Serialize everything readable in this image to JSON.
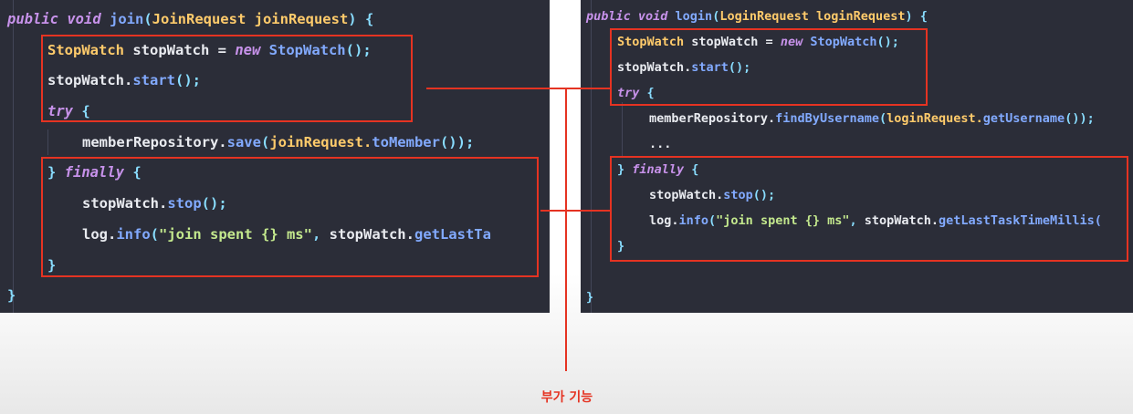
{
  "left_code": {
    "l1": {
      "kw": "public void ",
      "fn": "join",
      "p1": "(",
      "type": "JoinRequest joinRequest",
      "p2": ") {"
    },
    "l2": {
      "type": "StopWatch",
      "plain": " stopWatch = ",
      "kw": "new ",
      "fn": "StopWatch",
      "punc": "();"
    },
    "l3": {
      "plain": "stopWatch.",
      "fn": "start",
      "punc": "();"
    },
    "l4": {
      "kw": "try ",
      "punc": "{"
    },
    "l5": {
      "plain": "memberRepository.",
      "fn": "save",
      "p1": "(",
      "type": "joinRequest.",
      "fn2": "toMember",
      "p2": "());"
    },
    "l6": {
      "punc": "} ",
      "kw": "finally ",
      "p2": "{"
    },
    "l7": {
      "plain": "stopWatch.",
      "fn": "stop",
      "punc": "();"
    },
    "l8": {
      "plain": "log.",
      "fn": "info",
      "p1": "(",
      "str": "\"join spent {} ms\"",
      "p2": ", ",
      "plain2": "stopWatch.",
      "fn2": "getLastTa"
    },
    "l9": {
      "punc": "}"
    },
    "l10": {
      "punc": "}"
    }
  },
  "right_code": {
    "l1": {
      "kw": "public void ",
      "fn": "login",
      "p1": "(",
      "type": "LoginRequest loginRequest",
      "p2": ") {"
    },
    "l2": {
      "type": "StopWatch",
      "plain": " stopWatch = ",
      "kw": "new ",
      "fn": "StopWatch",
      "punc": "();"
    },
    "l3": {
      "plain": "stopWatch.",
      "fn": "start",
      "punc": "();"
    },
    "l4": {
      "kw": "try ",
      "punc": "{"
    },
    "l5": {
      "plain": "memberRepository.",
      "fn": "findByUsername",
      "p1": "(",
      "type": "loginRequest.",
      "fn2": "getUsername",
      "p2": "());"
    },
    "l6": {
      "plain": "..."
    },
    "l7": {
      "punc": "} ",
      "kw": "finally ",
      "p2": "{"
    },
    "l8": {
      "plain": "stopWatch.",
      "fn": "stop",
      "punc": "();"
    },
    "l9": {
      "plain": "log.",
      "fn": "info",
      "p1": "(",
      "str": "\"join spent {} ms\"",
      "p2": ", ",
      "plain2": "stopWatch.",
      "fn2": "getLastTaskTimeMillis("
    },
    "l10": {
      "punc": "}"
    },
    "l11": {
      "punc": "}"
    }
  },
  "caption": "부가 기능",
  "colors": {
    "highlight": "#e53322",
    "editor_bg": "#2b2d38",
    "keyword": "#c792ea",
    "function": "#82aaff",
    "type": "#ffcb6b",
    "string": "#c3e88d"
  }
}
